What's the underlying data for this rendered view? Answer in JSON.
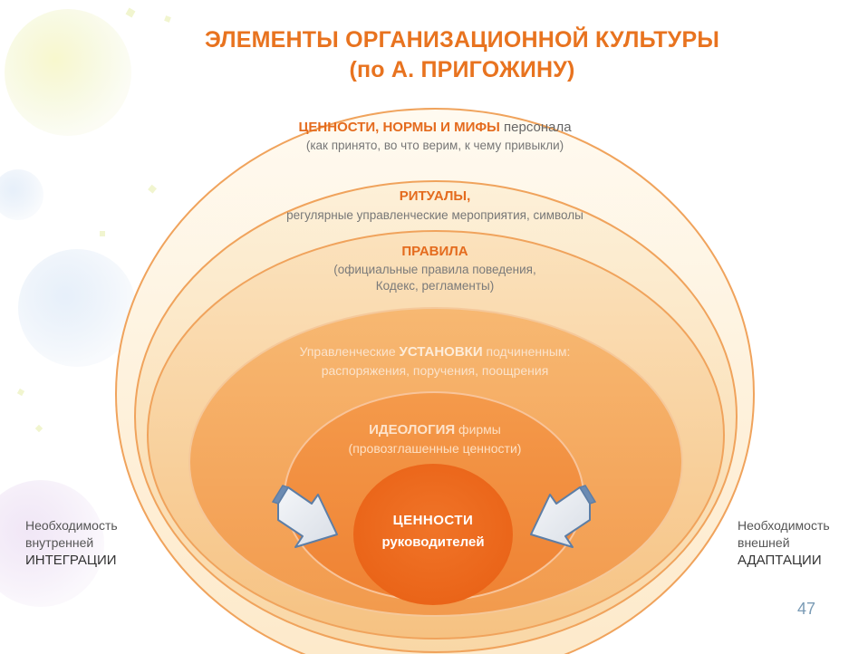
{
  "title": {
    "line1": "ЭЛЕМЕНТЫ ОРГАНИЗАЦИОННОЙ КУЛЬТУРЫ",
    "line2": "(по А. ПРИГОЖИНУ)"
  },
  "layers": [
    {
      "heading": "ЦЕННОСТИ, НОРМЫ И МИФЫ",
      "heading_suffix": " персонала",
      "detail": "(как принято, во что верим, к чему привыкли)"
    },
    {
      "heading": "РИТУАЛЫ,",
      "detail": "регулярные управленческие мероприятия, символы"
    },
    {
      "heading": "ПРАВИЛА",
      "detail": "(официальные правила поведения,",
      "detail2": "Кодекс, регламенты)"
    },
    {
      "prefix": "Управленческие ",
      "heading": "УСТАНОВКИ",
      "suffix": " подчиненным:",
      "detail": "распоряжения, поручения, поощрения"
    },
    {
      "heading": "ИДЕОЛОГИЯ",
      "suffix": " фирмы",
      "detail": "(провозглашенные ценности)"
    }
  ],
  "core": {
    "line1": "ЦЕННОСТИ",
    "line2": "руководителей"
  },
  "left_note": {
    "line1": "Необходимость",
    "line2": "внутренней",
    "line3": "ИНТЕГРАЦИИ"
  },
  "right_note": {
    "line1": "Необходимость",
    "line2": "внешней",
    "line3": "АДАПТАЦИИ"
  },
  "page_number": "47",
  "colors": {
    "title": "#e8731f",
    "outer_fill": "#fdf3e1",
    "core_fill": "#ef6a1c",
    "heading": "#e46b1e"
  }
}
